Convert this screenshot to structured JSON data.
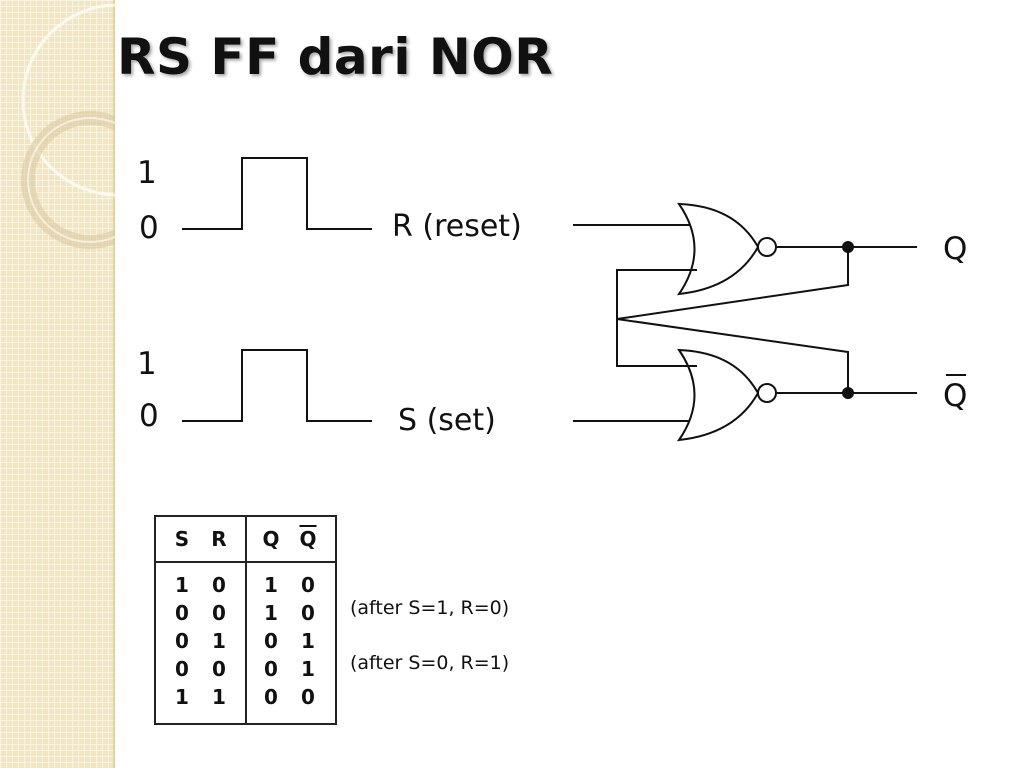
{
  "slide": {
    "title": "RS FF dari NOR"
  },
  "colors": {
    "side_strip": "#f3e6bd",
    "ink": "#111111"
  },
  "waveform_r": {
    "high_label": "1",
    "low_label": "0",
    "signal_label": "R (reset)"
  },
  "waveform_s": {
    "high_label": "1",
    "low_label": "0",
    "signal_label": "S (set)"
  },
  "outputs": {
    "q": "Q",
    "q_bar": "Q"
  },
  "gates": [
    "NOR",
    "NOR"
  ],
  "truth_table": {
    "headers": [
      "S",
      "R",
      "Q",
      "Q"
    ],
    "header_overbar": [
      false,
      false,
      false,
      true
    ],
    "rows": [
      [
        "1",
        "0",
        "1",
        "0"
      ],
      [
        "0",
        "0",
        "1",
        "0"
      ],
      [
        "0",
        "1",
        "0",
        "1"
      ],
      [
        "0",
        "0",
        "0",
        "1"
      ],
      [
        "1",
        "1",
        "0",
        "0"
      ]
    ],
    "notes": [
      "(after S=1, R=0)",
      "(after S=0, R=1)"
    ]
  }
}
